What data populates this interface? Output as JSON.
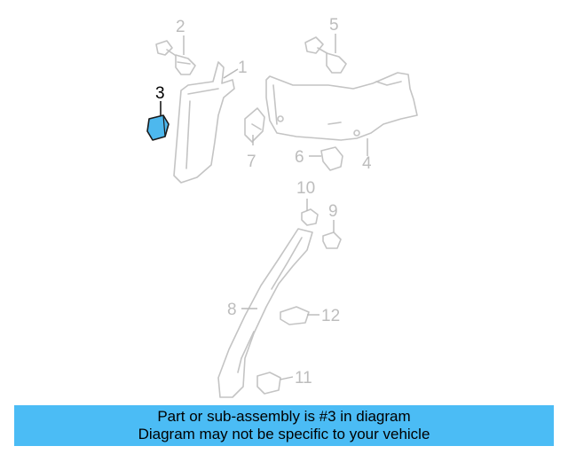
{
  "diagram": {
    "callouts": [
      {
        "id": "1",
        "label": "1"
      },
      {
        "id": "2",
        "label": "2"
      },
      {
        "id": "3",
        "label": "3",
        "highlighted": true
      },
      {
        "id": "4",
        "label": "4"
      },
      {
        "id": "5",
        "label": "5"
      },
      {
        "id": "6",
        "label": "6"
      },
      {
        "id": "7",
        "label": "7"
      },
      {
        "id": "8",
        "label": "8"
      },
      {
        "id": "9",
        "label": "9"
      },
      {
        "id": "10",
        "label": "10"
      },
      {
        "id": "11",
        "label": "11"
      },
      {
        "id": "12",
        "label": "12"
      }
    ],
    "highlight_color": "#4db8ee",
    "part_line_color": "#c4c4c4"
  },
  "banner": {
    "line1": "Part or sub-assembly is #3 in diagram",
    "line2": "Diagram may not be specific to your vehicle",
    "background_color": "#4bbcf5"
  }
}
